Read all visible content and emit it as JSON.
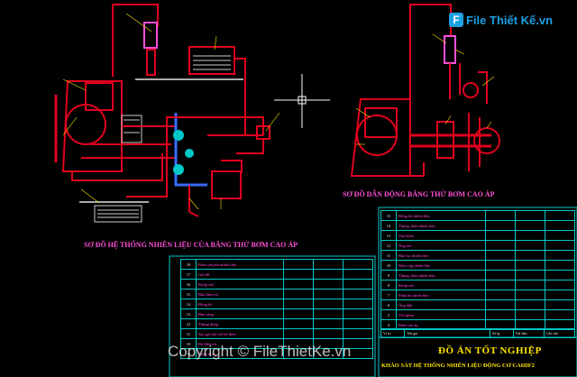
{
  "logo": {
    "text": "File Thiết Kế.vn",
    "mark": "F"
  },
  "watermark": "Copyright © FileThietKe.vn",
  "captions": {
    "left": "SƠ ĐỒ HỆ THỐNG NHIÊN LIỆU CỦA BĂNG THỬ BƠM CAO ÁP",
    "right": "SƠ ĐỒ DẪN ĐỘNG BĂNG THỬ BƠM CAO ÁP"
  },
  "left_table": {
    "rows": [
      {
        "n": "18",
        "text": "Bơm chuyển nhiên liệu"
      },
      {
        "n": "17",
        "text": "Giá đỡ"
      },
      {
        "n": "16",
        "text": "Khớp nối"
      },
      {
        "n": "15",
        "text": "Bầu điều tốc"
      },
      {
        "n": "14",
        "text": "Đồng hồ"
      },
      {
        "n": "13",
        "text": "Đèn sáng"
      },
      {
        "n": "12",
        "text": "Thùng đựng"
      },
      {
        "n": "11",
        "text": "Tay gạt nối với bộ điều"
      },
      {
        "n": "10",
        "text": "Bộ điều tốc"
      },
      {
        "n": "9",
        "text": "Thiết bị đo"
      }
    ]
  },
  "right_table": {
    "rows": [
      {
        "n": "15",
        "text": "Đồng hồ nhiên liệu"
      },
      {
        "n": "14",
        "text": "Thùng chứa nhiên liệu"
      },
      {
        "n": "13",
        "text": "Van khóa"
      },
      {
        "n": "12",
        "text": "Ống nối"
      },
      {
        "n": "11",
        "text": "Bầu lọc nhiên liệu"
      },
      {
        "n": "10",
        "text": "Bơm cấp nhiên liệu"
      },
      {
        "n": "9",
        "text": "Thùng chứa nhiên liệu"
      },
      {
        "n": "8",
        "text": "Khớp nối"
      },
      {
        "n": "7",
        "text": "Phân bổ nhiên liệu"
      },
      {
        "n": "6",
        "text": "Ống dẫn"
      },
      {
        "n": "5",
        "text": "Vòi phun"
      },
      {
        "n": "4",
        "text": "Bơm cao áp"
      }
    ],
    "header": [
      "Vị trí",
      "Tên gọi",
      "Số lg",
      "Vật liệu",
      "Ghi chú"
    ]
  },
  "titleblock": {
    "title": "ĐỒ ÁN TỐT NGHIỆP",
    "subtitle": "KHẢO SÁT HỆ THỐNG NHIÊN LIỆU ĐỘNG CƠ CA6DF2"
  },
  "colors": {
    "line": "#e0001e",
    "frame": "#00c8c8",
    "text": "#ff4fd8",
    "title": "#ffe600",
    "brand": "#1ba1e2"
  }
}
